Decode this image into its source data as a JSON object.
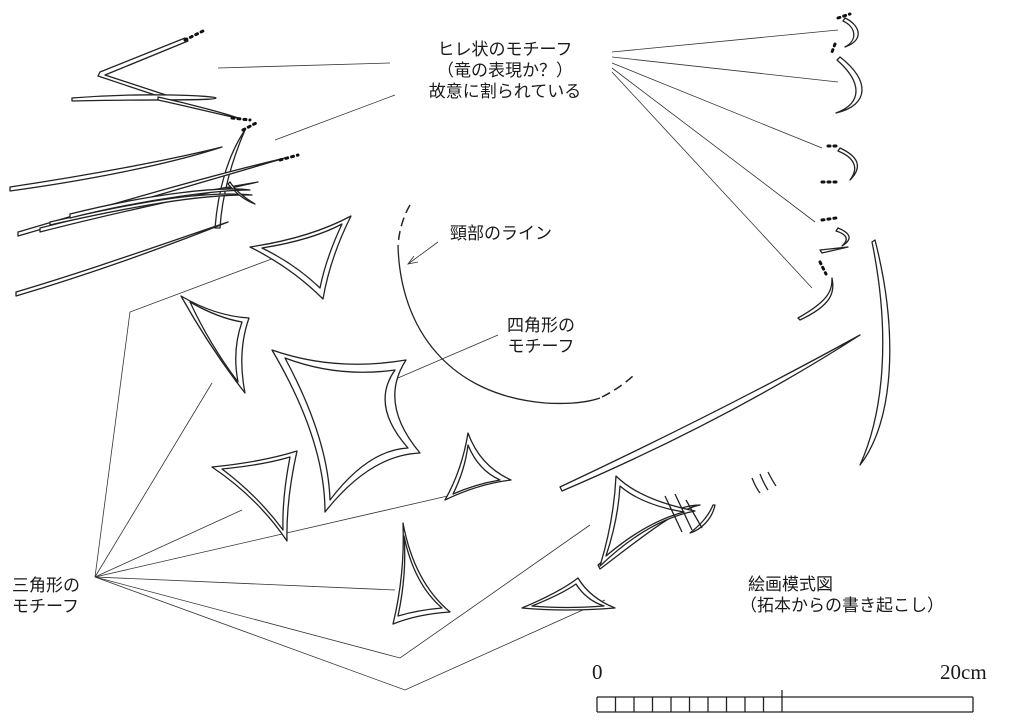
{
  "labels": {
    "fin_motif": {
      "line1": "ヒレ状のモチーフ",
      "line2": "（竜の表現か？）",
      "line3": "故意に割られている"
    },
    "neck_line": "頸部のライン",
    "square_motif": {
      "line1": "四角形の",
      "line2": "モチーフ"
    },
    "triangle_motif": {
      "line1": "三角形の",
      "line2": "モチーフ"
    },
    "caption": {
      "line1": "絵画模式図",
      "line2": "（拓本からの書き起こし）"
    }
  },
  "scale_bar": {
    "start_label": "0",
    "end_label": "20cm"
  }
}
